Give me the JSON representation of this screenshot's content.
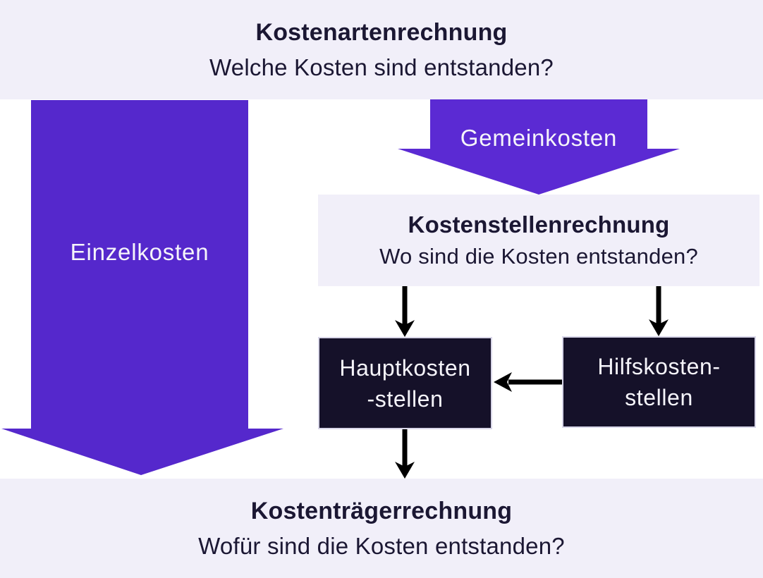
{
  "colors": {
    "lavender": "#f1eff9",
    "purple_left": "#5528cc",
    "purple_right": "#5b2ad3",
    "dark_box": "#151129",
    "text_dark": "#1b1733",
    "text_light": "#f5f4fa",
    "connector": "#000000"
  },
  "top_band": {
    "title": "Kostenartenrechnung",
    "question": "Welche Kosten sind entstanden?"
  },
  "left_arrow": {
    "label": "Einzelkosten"
  },
  "right_arrow": {
    "label": "Gemeinkosten"
  },
  "kostenstellen_box": {
    "title": "Kostenstellenrechnung",
    "question": "Wo sind die Kosten entstanden?"
  },
  "hauptkostenstellen_box": {
    "line1": "Hauptkosten",
    "line2": "-stellen"
  },
  "hilfskostenstellen_box": {
    "line1": "Hilfskosten-",
    "line2": "stellen"
  },
  "bottom_band": {
    "title": "Kostenträgerrechnung",
    "question": "Wofür sind die Kosten entstanden?"
  }
}
